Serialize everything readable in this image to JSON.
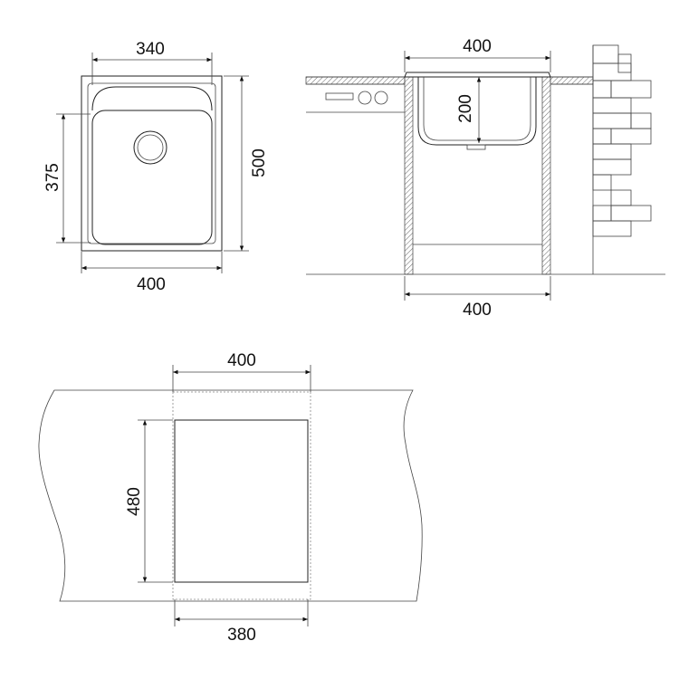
{
  "top_view": {
    "top_width": "340",
    "bottom_width": "400",
    "left_height": "375",
    "right_height": "500"
  },
  "side_view": {
    "top_width": "400",
    "depth": "200",
    "bottom_width": "400"
  },
  "cutout_view": {
    "top_width": "400",
    "height": "480",
    "bottom_width": "380"
  },
  "colors": {
    "line": "#222222",
    "hatch": "#666666",
    "dash": "#888888"
  }
}
